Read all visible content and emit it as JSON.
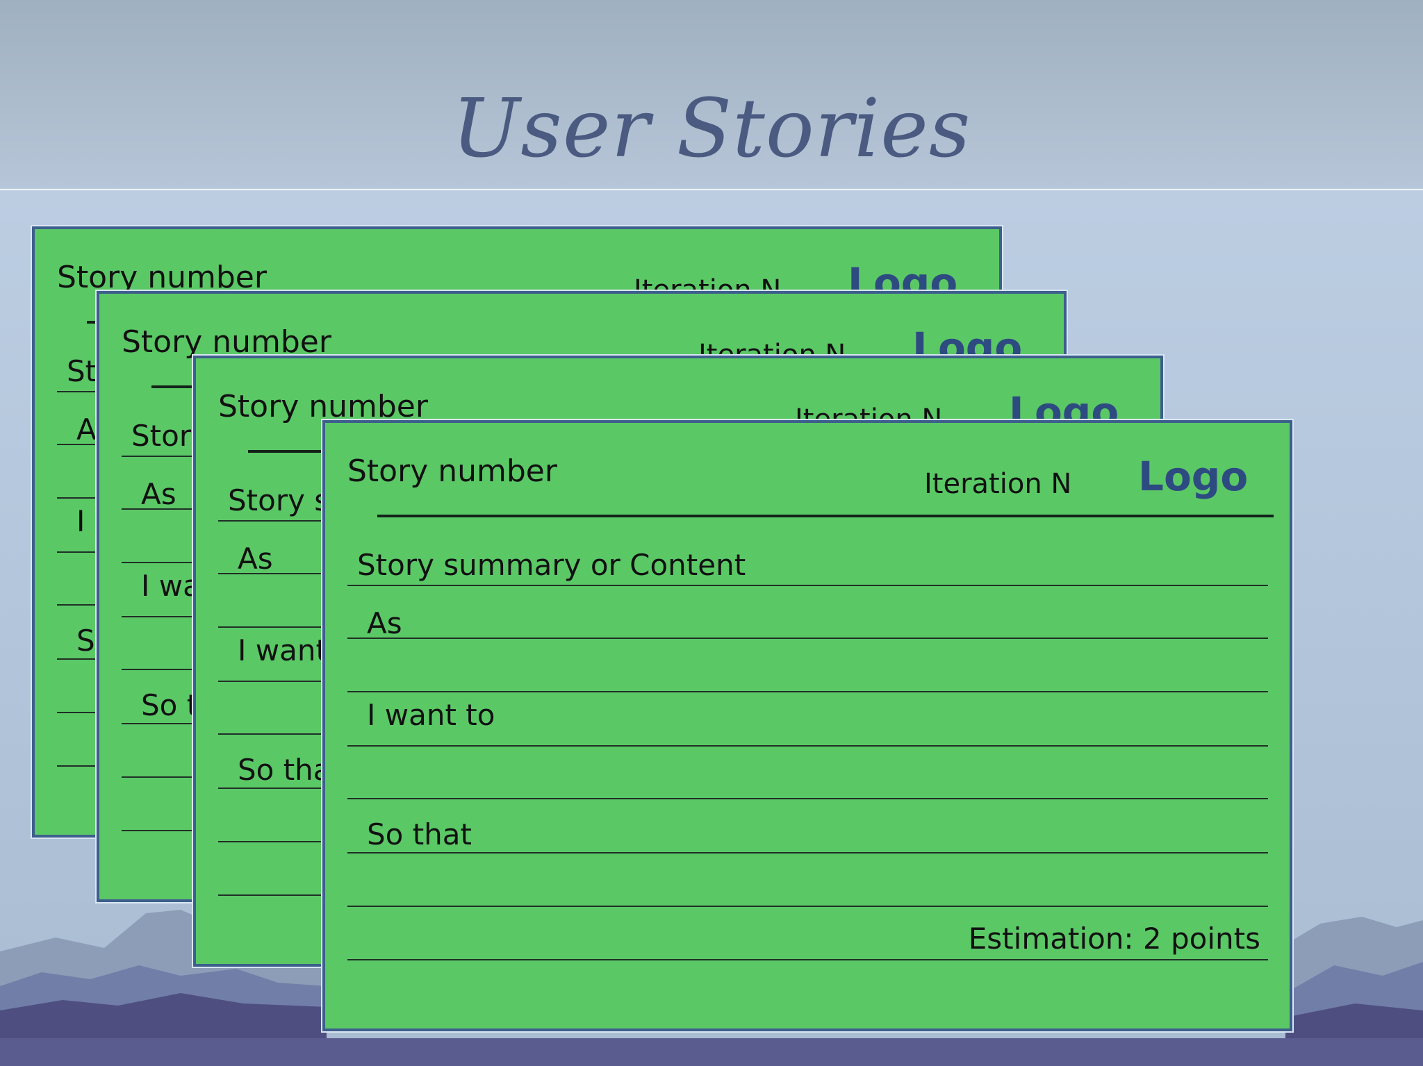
{
  "slide": {
    "title": "User Stories"
  },
  "card": {
    "story_number": "Story number",
    "iteration": "Iteration N",
    "logo": "Logo",
    "summary": "Story summary  or Content",
    "as": "As",
    "i_want_to": "I want to",
    "so_that": "So that",
    "estimation": "Estimation: 2 points"
  },
  "colors": {
    "card_fill": "#5bc866",
    "card_border": "#3d5f8c",
    "title_text": "#4a5a80",
    "logo_text": "#2d4b80"
  }
}
